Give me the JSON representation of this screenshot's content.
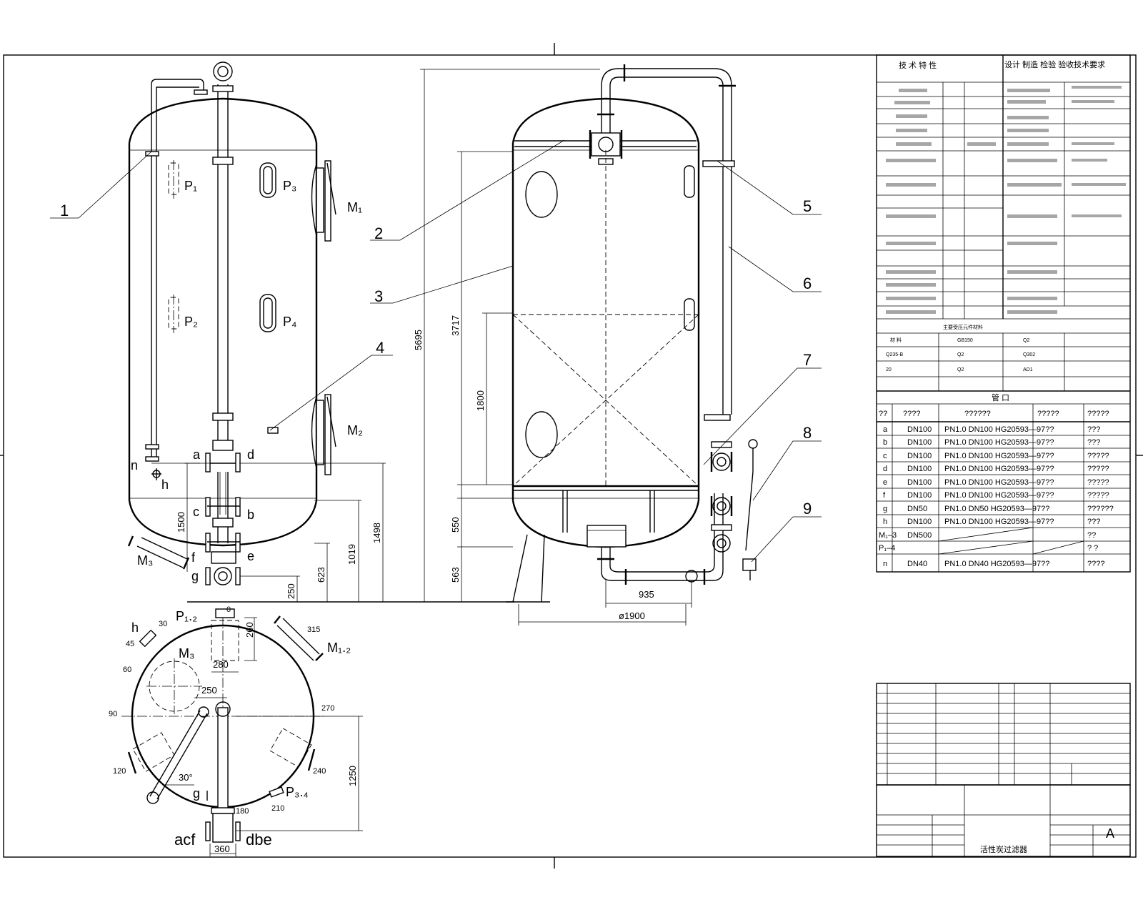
{
  "leaders": [
    "1",
    "2",
    "3",
    "4",
    "5",
    "6",
    "7",
    "8",
    "9"
  ],
  "labels": {
    "p1": "P₁",
    "p2": "P₂",
    "p3": "P₃",
    "p4": "P₄",
    "m1": "M₁",
    "m2": "M₂",
    "m3": "M₃",
    "n": "n",
    "h": "h",
    "a": "a",
    "b": "b",
    "c": "c",
    "d": "d",
    "e": "e",
    "f": "f",
    "g": "g"
  },
  "dims": {
    "d1500": "1500",
    "d1019": "1019",
    "d1498": "1498",
    "d623": "623",
    "d250v": "250",
    "d5695": "5695",
    "d3717": "3717",
    "d1800": "1800",
    "d550": "550",
    "d563": "563",
    "d935": "935",
    "d1900": "ø1900"
  },
  "plan": {
    "p12": "P₁.₂",
    "h": "h",
    "m3": "M₃",
    "m12": "M₁.₂",
    "p34": "P₃.₄",
    "g": "g",
    "acf": "acf",
    "dbe": "dbe",
    "a0": "0",
    "a30": "30",
    "a45": "45",
    "a60": "60",
    "a90": "90",
    "a120": "120",
    "a180": "180",
    "a210": "210",
    "a240": "240",
    "a270": "270",
    "a315": "315",
    "a30deg": "30°",
    "d260": "260",
    "d280": "280",
    "d250": "250",
    "d1250": "1250",
    "d360": "360"
  },
  "spec": {
    "left_title": "技  术  特  性",
    "right_title": "设计 制造 检验 验收技术要求",
    "material_header": "主要受压元件材料",
    "mat_rows": [
      [
        "材  料",
        "GB150",
        "Q2"
      ],
      [
        "Q235-B",
        "Q2",
        "Q302"
      ],
      [
        "20",
        "Q2",
        "AD1"
      ]
    ],
    "nozzle_title": "管  口",
    "nozzle_header": [
      "??",
      "????",
      "??????",
      "?????",
      "?????"
    ],
    "nozzles": [
      [
        "a",
        "DN100",
        "PN1.0  DN100  HG20593—97??",
        "???"
      ],
      [
        "b",
        "DN100",
        "PN1.0  DN100  HG20593—97??",
        "???"
      ],
      [
        "c",
        "DN100",
        "PN1.0  DN100  HG20593—97??",
        "?????"
      ],
      [
        "d",
        "DN100",
        "PN1.0  DN100  HG20593—97??",
        "?????"
      ],
      [
        "e",
        "DN100",
        "PN1.0  DN100  HG20593—97??",
        "?????"
      ],
      [
        "f",
        "DN100",
        "PN1.0  DN100  HG20593—97??",
        "?????"
      ],
      [
        "g",
        "DN50",
        "PN1.0  DN50  HG20593—97??",
        "??????"
      ],
      [
        "h",
        "DN100",
        "PN1.0  DN100  HG20593—97??",
        "???"
      ],
      [
        "M₁–3",
        "DN500",
        "",
        "??"
      ],
      [
        "P₁–4",
        "",
        "",
        "?  ?"
      ],
      [
        "n",
        "DN40",
        "PN1.0  DN40  HG20593—97??",
        "????"
      ]
    ]
  },
  "titleblock": {
    "drawing_name": "活性炭过滤器",
    "rev": "A"
  }
}
